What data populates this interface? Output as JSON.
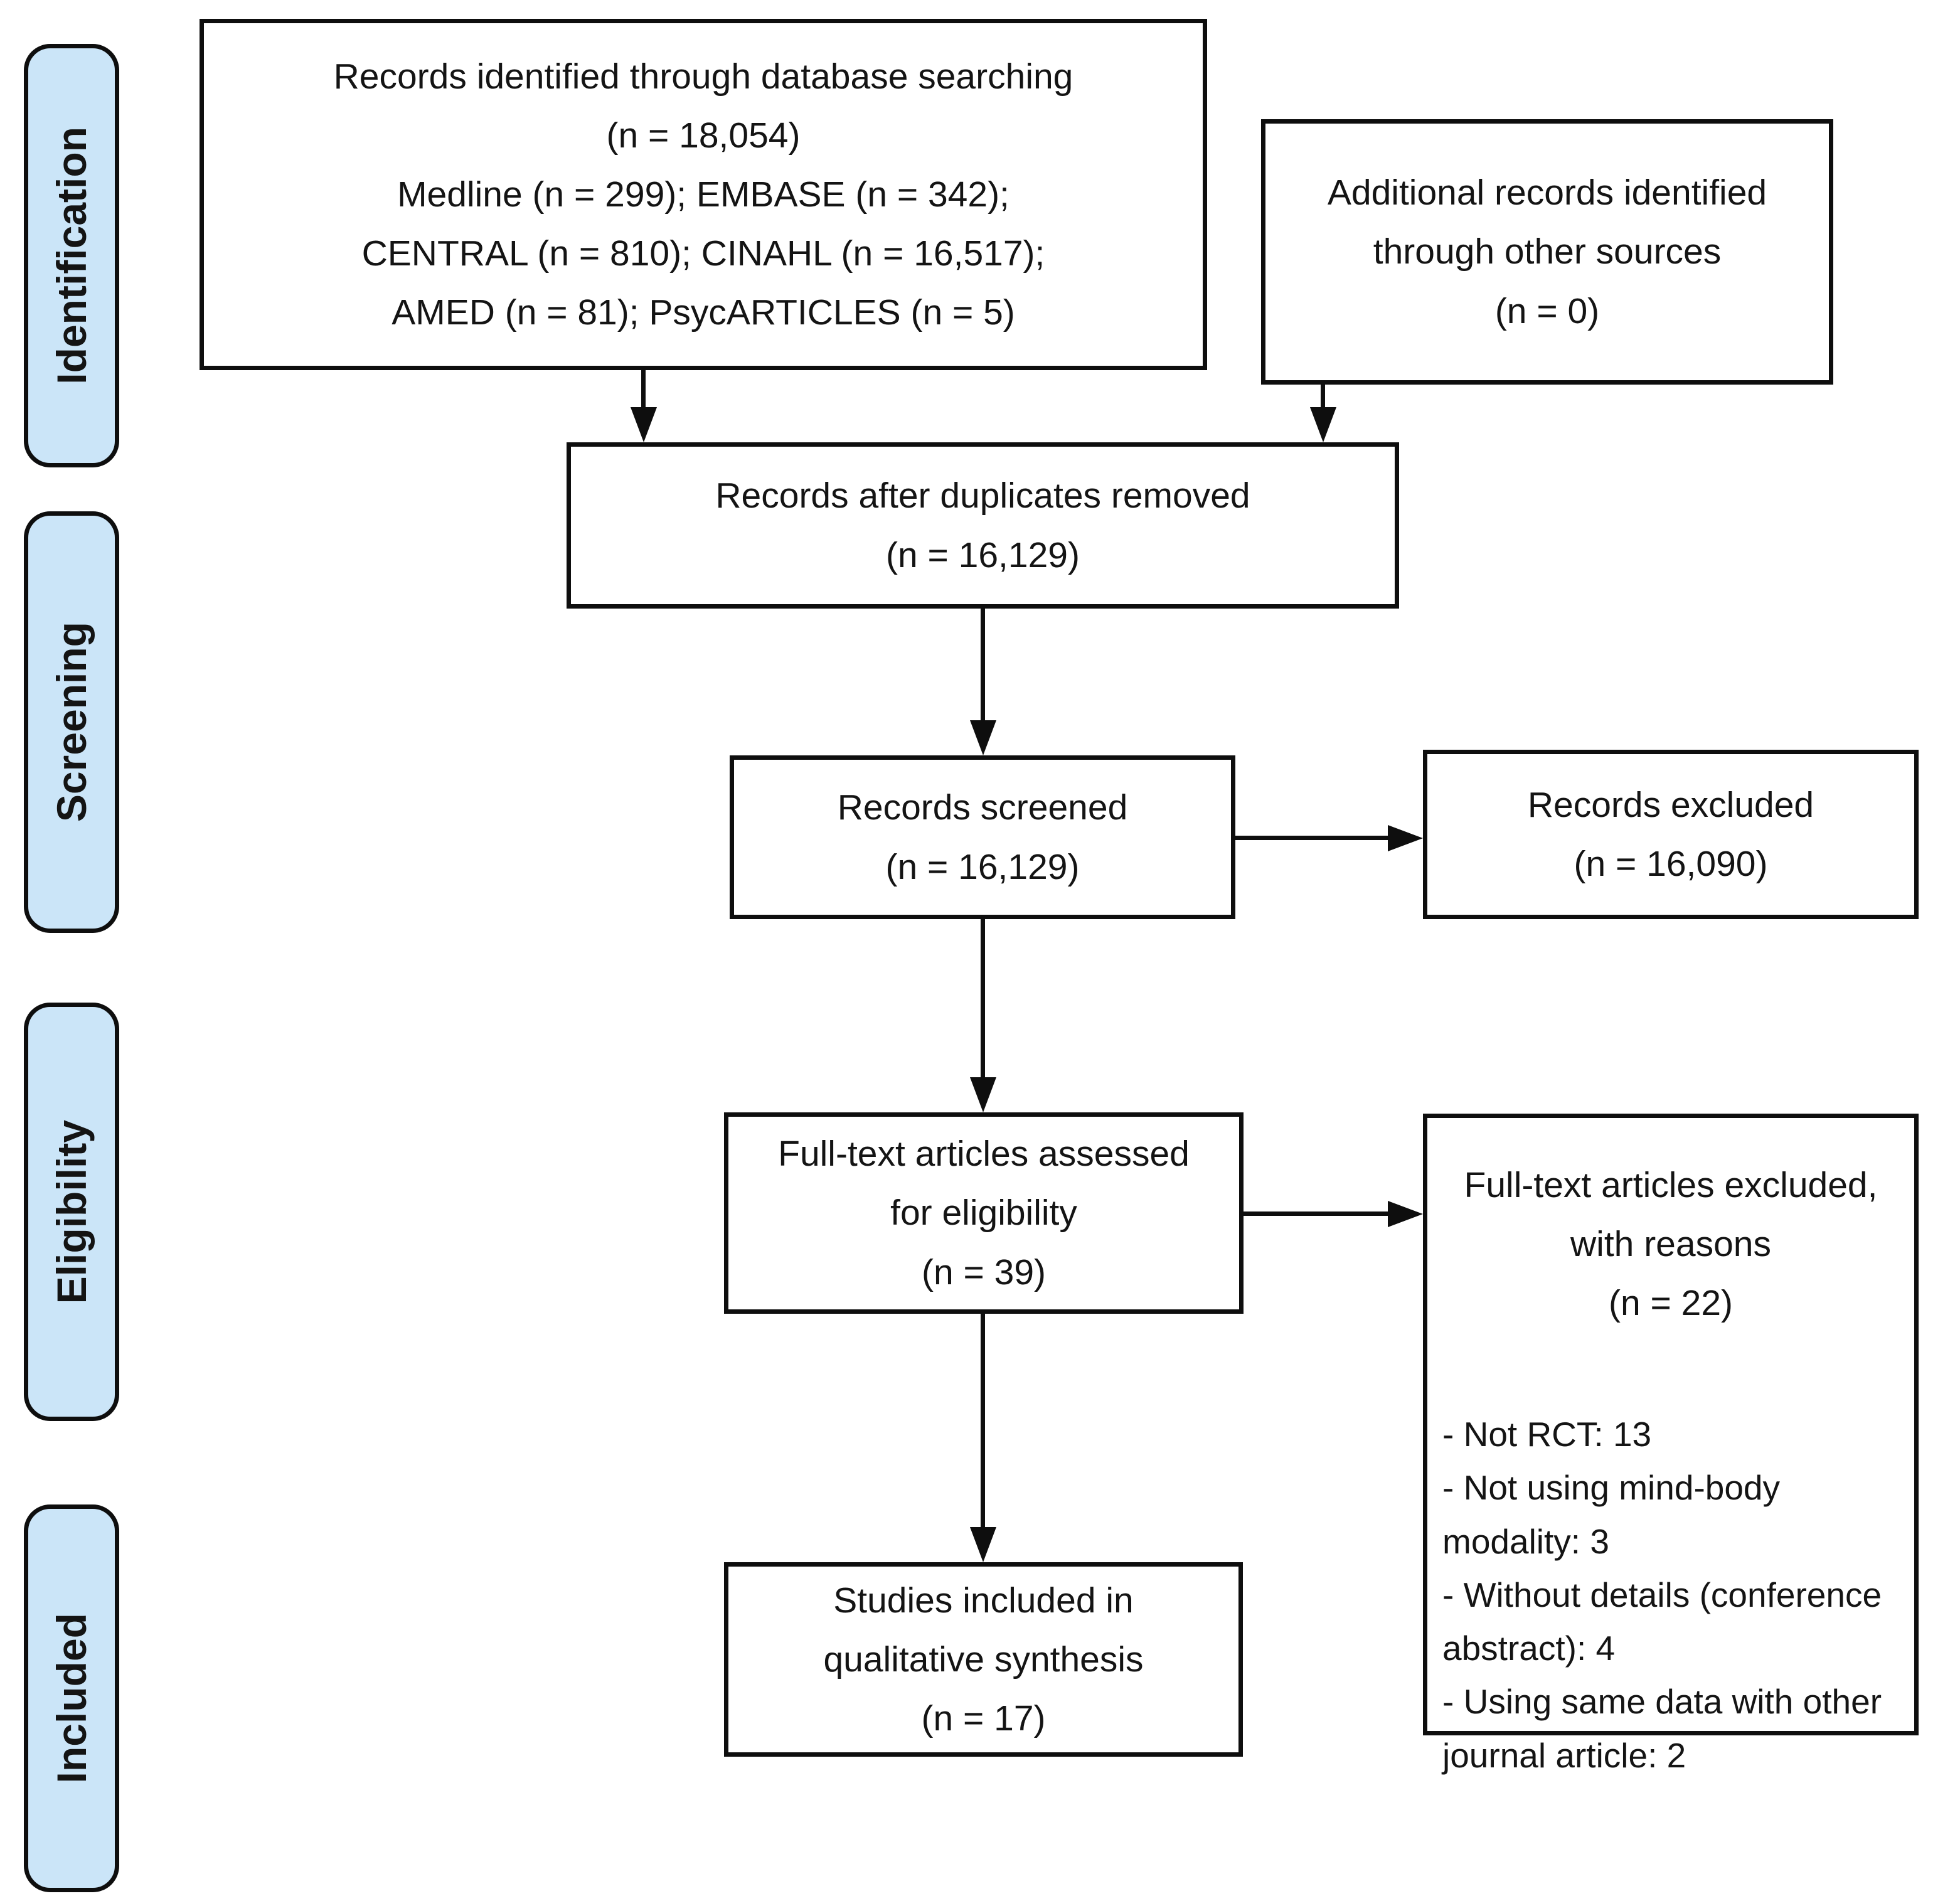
{
  "colors": {
    "stage_fill": "#cbe5f8",
    "border": "#0e0e0e",
    "text": "#141414",
    "background": "#ffffff"
  },
  "sidebar": {
    "stages": [
      {
        "label": "Identification"
      },
      {
        "label": "Screening"
      },
      {
        "label": "Eligibility"
      },
      {
        "label": "Included"
      }
    ]
  },
  "boxes": {
    "identified": {
      "lines": [
        "Records identified through database searching",
        "(n = 18,054)",
        "Medline (n = 299); EMBASE (n = 342);",
        "CENTRAL (n = 810); CINAHL (n = 16,517);",
        "AMED (n = 81); PsycARTICLES (n = 5)"
      ]
    },
    "additional": {
      "lines": [
        "Additional records identified",
        "through other sources",
        "(n = 0)"
      ]
    },
    "deduplicated": {
      "lines": [
        "Records after duplicates removed",
        "(n = 16,129)"
      ]
    },
    "screened": {
      "lines": [
        "Records screened",
        "(n = 16,129)"
      ]
    },
    "records_excluded": {
      "lines": [
        "Records excluded",
        "(n = 16,090)"
      ]
    },
    "fulltext_assessed": {
      "lines": [
        "Full-text articles assessed",
        "for eligibility",
        "(n = 39)"
      ]
    },
    "fulltext_excluded": {
      "title_lines": [
        "Full-text articles excluded,",
        "with reasons",
        "(n = 22)"
      ],
      "reasons": [
        "- Not RCT: 13",
        "- Not using mind-body modality: 3",
        "- Without details (conference abstract): 4",
        "- Using same data with other journal article: 2"
      ]
    },
    "included_studies": {
      "lines": [
        "Studies included in",
        "qualitative synthesis",
        "(n = 17)"
      ]
    }
  }
}
